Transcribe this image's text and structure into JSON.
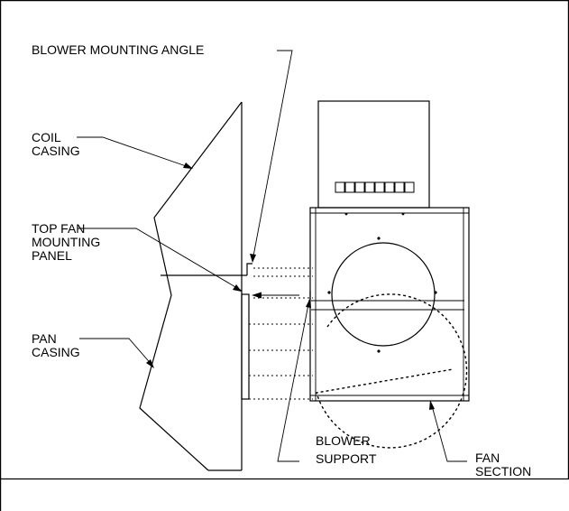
{
  "labels": {
    "blower_mounting_angle": "BLOWER MOUNTING ANGLE",
    "coil_casing": [
      "COIL",
      "CASING"
    ],
    "top_fan_mounting_panel": [
      "TOP FAN",
      "MOUNTING",
      "PANEL"
    ],
    "pan_casing": [
      "PAN",
      "CASING"
    ],
    "blower_support": [
      "BLOWER",
      "SUPPORT"
    ],
    "fan_section": [
      "FAN",
      "SECTION"
    ]
  },
  "components": {
    "slot_count": 8
  }
}
